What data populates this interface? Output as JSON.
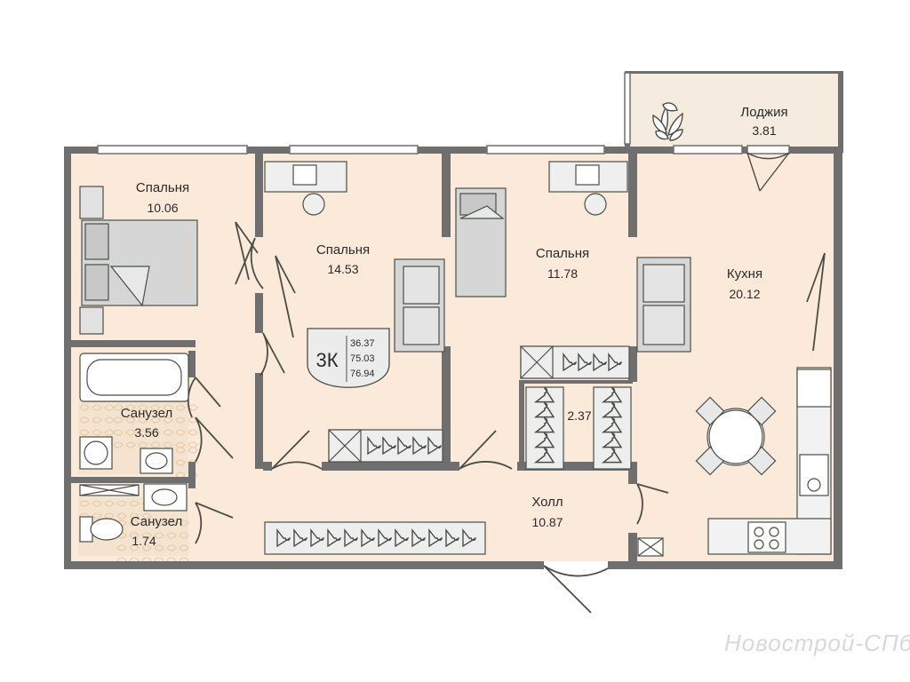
{
  "rooms": {
    "bedroom1": {
      "name": "Спальня",
      "area": "10.06"
    },
    "bedroom2": {
      "name": "Спальня",
      "area": "14.53"
    },
    "bedroom3": {
      "name": "Спальня",
      "area": "11.78"
    },
    "loggia": {
      "name": "Лоджия",
      "area": "3.81"
    },
    "kitchen": {
      "name": "Кухня",
      "area": "20.12"
    },
    "bath1": {
      "name": "Санузел",
      "area": "3.56"
    },
    "bath2": {
      "name": "Санузел",
      "area": "1.74"
    },
    "hall": {
      "name": "Холл",
      "area": "10.87"
    },
    "closet": {
      "area": "2.37"
    }
  },
  "summary": {
    "type": "3К",
    "living_area": "36.37",
    "total_area": "75.03",
    "total_with_loggia": "76.94"
  },
  "watermark": "Новострой-СПб",
  "colors": {
    "floor": "#fbe9d9",
    "loggia": "#f5ebdf",
    "wall": "#6f6f6f",
    "furniture": "#d6d6d6",
    "line": "#4a4f46",
    "tile": "#f0ddc6",
    "badge_fill": "#ececec"
  }
}
